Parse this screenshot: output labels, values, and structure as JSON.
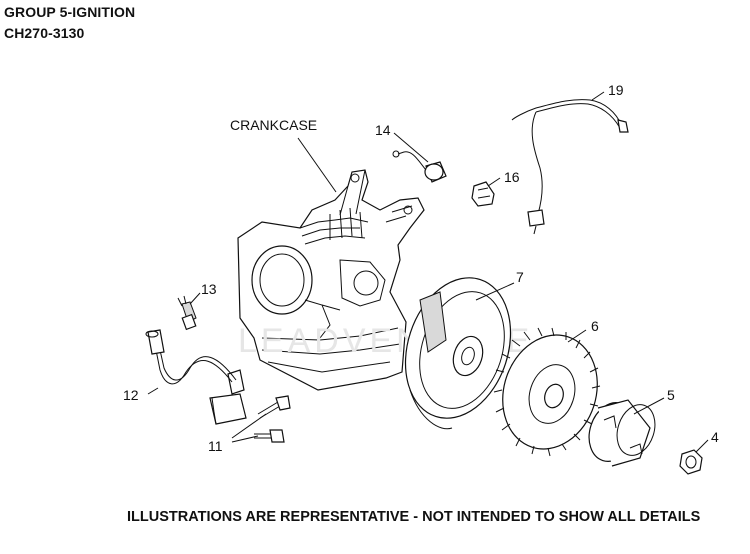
{
  "header": {
    "group_title": "GROUP 5-IGNITION",
    "model_number": "CH270-3130"
  },
  "footer": {
    "disclaimer": "ILLUSTRATIONS ARE REPRESENTATIVE - NOT INTENDED TO SHOW ALL DETAILS"
  },
  "callouts": {
    "crankcase": "CRANKCASE",
    "c4": "4",
    "c5": "5",
    "c6": "6",
    "c7": "7",
    "c11": "11",
    "c12": "12",
    "c13": "13",
    "c14": "14",
    "c16": "16",
    "c19": "19"
  }
}
